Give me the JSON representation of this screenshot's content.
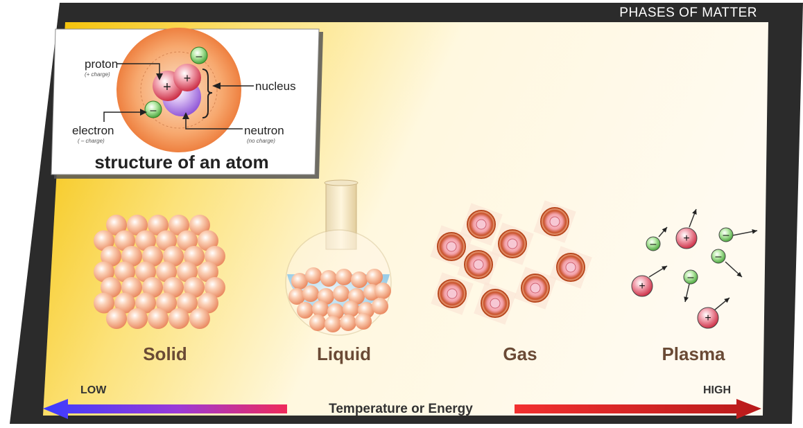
{
  "header": {
    "title": "PHASES OF MATTER"
  },
  "atom_inset": {
    "title": "structure of an atom",
    "proton": {
      "label": "proton",
      "note": "(+ charge)"
    },
    "electron": {
      "label": "electron",
      "note": "( – charge)"
    },
    "nucleus": {
      "label": "nucleus"
    },
    "neutron": {
      "label": "neutron",
      "note": "(no charge)"
    },
    "plus_sign": "+",
    "minus_sign": "–"
  },
  "phases": [
    {
      "label": "Solid"
    },
    {
      "label": "Liquid"
    },
    {
      "label": "Gas"
    },
    {
      "label": "Plasma"
    }
  ],
  "energy_scale": {
    "low_label": "LOW",
    "high_label": "HIGH",
    "axis_label": "Temperature or Energy"
  },
  "colors": {
    "frame": "#2b2b2b",
    "background_warm": "#f6c400",
    "background_light": "#fffbe8",
    "arrow_low": "#3a3cff",
    "arrow_high": "#d81e1e",
    "particle": "#f4a07e",
    "electron": "#5cbf4a",
    "proton": "#c8223a"
  }
}
